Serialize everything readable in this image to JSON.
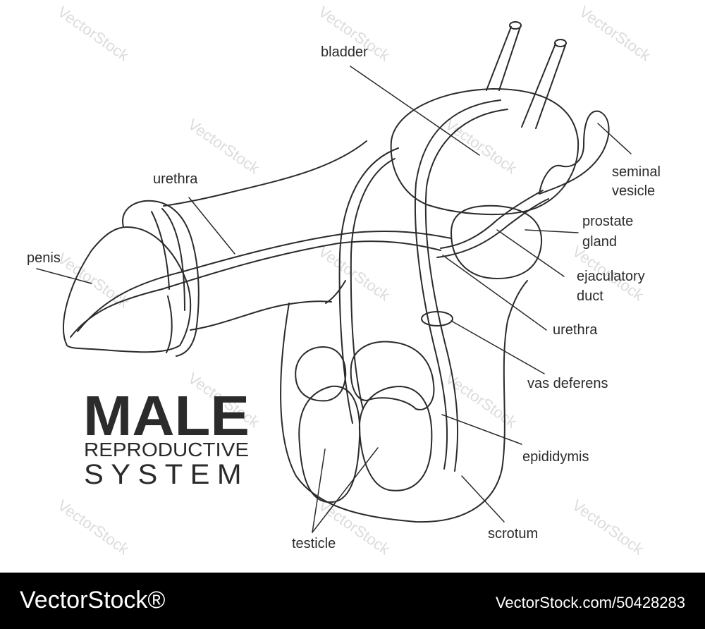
{
  "title": {
    "main": "MALE",
    "line2": "REPRODUCTIVE",
    "line3": "SYSTEM"
  },
  "labels": {
    "bladder": "bladder",
    "seminal_vesicle_1": "seminal",
    "seminal_vesicle_2": "vesicle",
    "urethra_top": "urethra",
    "prostate_1": "prostate",
    "prostate_2": "gland",
    "penis": "penis",
    "ejaculatory_1": "ejaculatory",
    "ejaculatory_2": "duct",
    "urethra_right": "urethra",
    "vas_deferens": "vas deferens",
    "epididymis": "epididymis",
    "scrotum": "scrotum",
    "testicle": "testicle"
  },
  "watermark": "VectorStock",
  "footer": {
    "brand": "VectorStock®",
    "credit": "VectorStock.com/50428283"
  },
  "colors": {
    "stroke": "#2b2b2b",
    "footer_bg": "#000000",
    "watermark": "#dcdcdc"
  }
}
